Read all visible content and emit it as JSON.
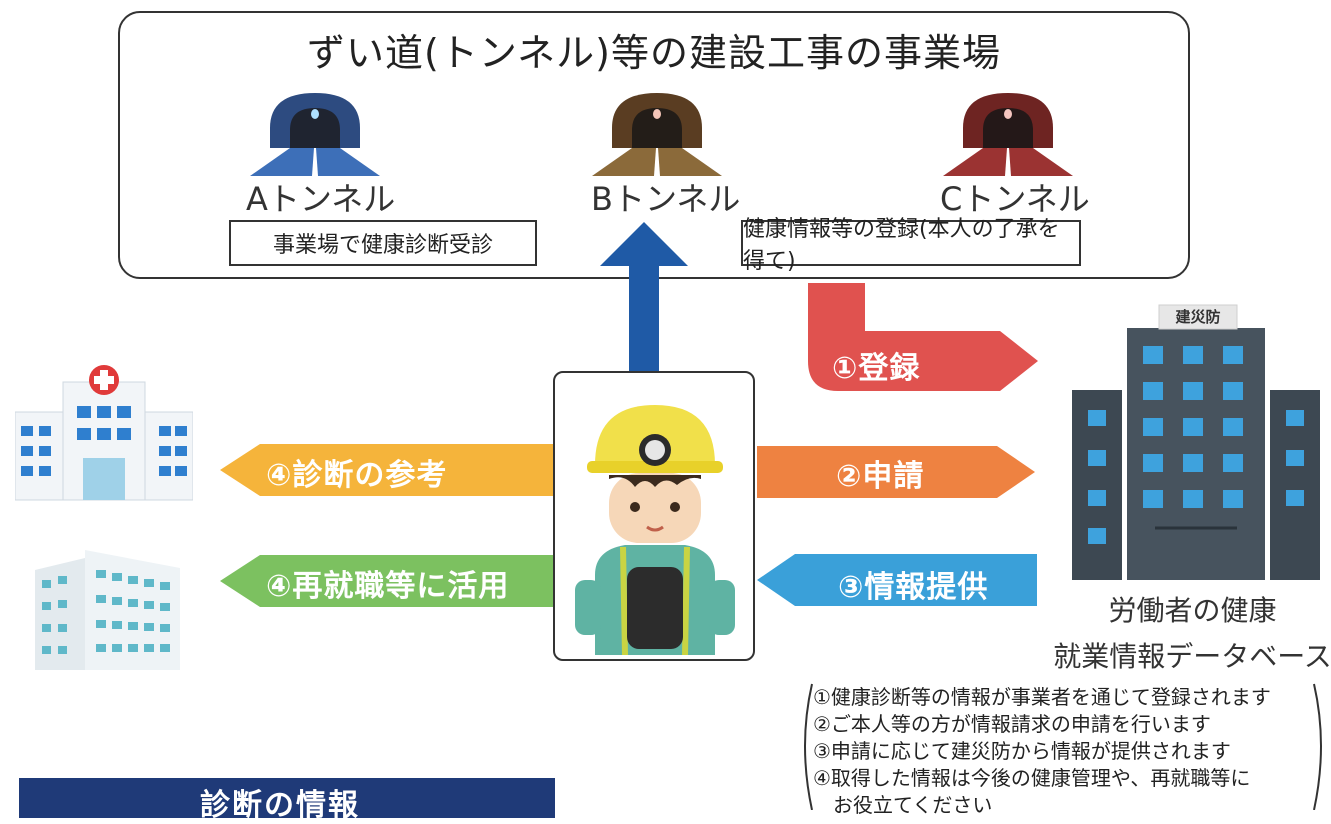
{
  "site": {
    "title": "ずい道(トンネル)等の建設工事の事業場",
    "tunnels": [
      {
        "label": "Aトンネル",
        "color": "#2d4b80"
      },
      {
        "label": "Bトンネル",
        "color": "#6b4a2a"
      },
      {
        "label": "Cトンネル",
        "color": "#8b2b2a"
      }
    ],
    "left_note": "事業場で健康診断受診",
    "right_note": "健康情報等の登録(本人の了承を得て)"
  },
  "arrows": {
    "register": {
      "label": "①登録",
      "color": "#e0524f"
    },
    "apply": {
      "label": "②申請",
      "color": "#ee8241"
    },
    "provide": {
      "label": "③情報提供",
      "color": "#3aa0d9"
    },
    "diagnosis": {
      "label": "④診断の参考",
      "color": "#f5b43b"
    },
    "reemploy": {
      "label": "④再就職等に活用",
      "color": "#7cc160"
    },
    "up": {
      "color": "#1f5aa6"
    }
  },
  "database": {
    "building_sign": "建災防",
    "label_line1": "労働者の健康",
    "label_line2": "就業情報データベース"
  },
  "notes": [
    "①健康診断等の情報が事業者を通じて登録されます",
    "②ご本人等の方が情報請求の申請を行います",
    "③申請に応じて建災防から情報が提供されます",
    "④取得した情報は今後の健康管理や、再就職等に",
    "お役立てください"
  ],
  "banner": {
    "text": "診断の情報"
  }
}
